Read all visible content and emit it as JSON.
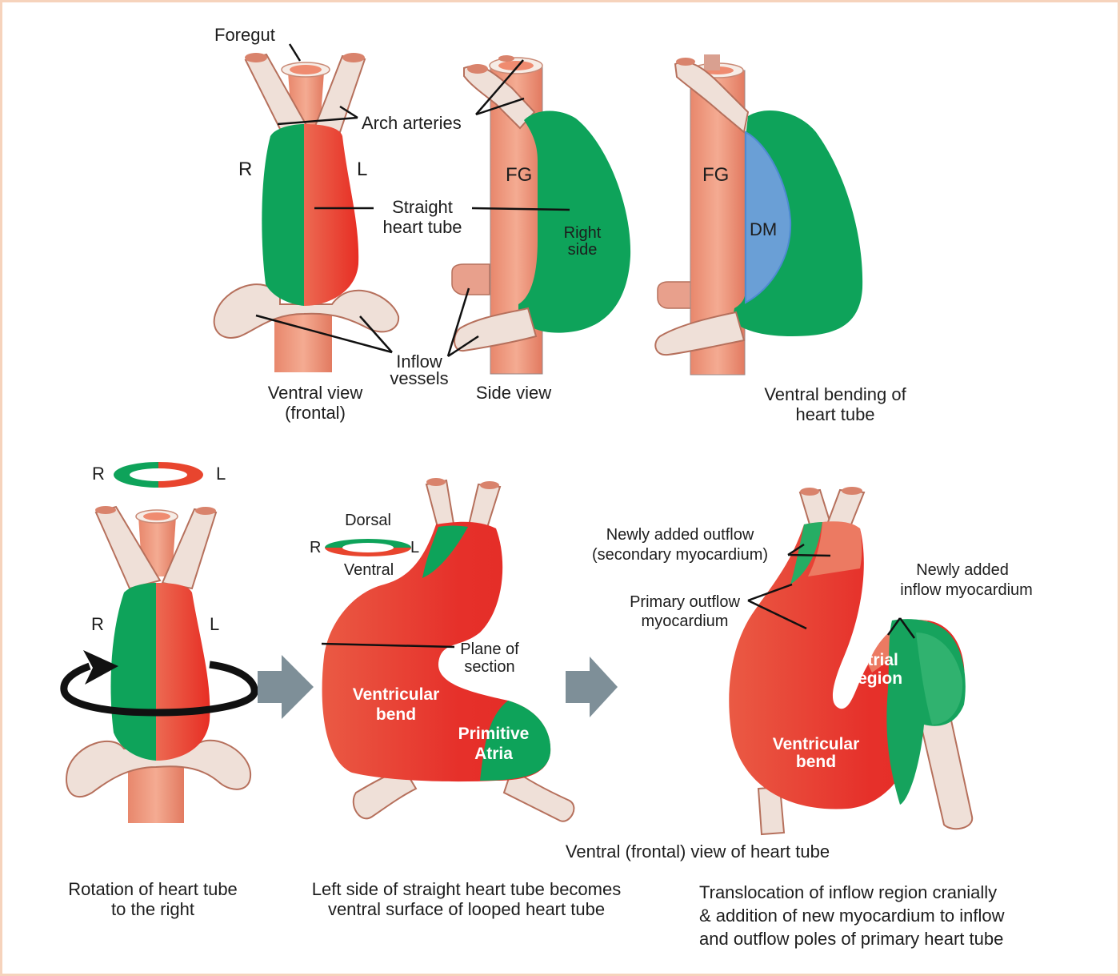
{
  "figure": {
    "colors": {
      "right_side_green": "#0ea35a",
      "left_side_red": "#e8342a",
      "foregut_salmon": "#ee9176",
      "vessel_beige": "#efe0d8",
      "vessel_outline": "#b6705c",
      "dorsal_mesocardium_blue": "#6a9fd6",
      "arrow_gray": "#7e8f98",
      "border_peach": "#f6d3bc"
    },
    "top_row": {
      "ventral_view": {
        "labels": {
          "foregut": "Foregut",
          "arch_arteries": "Arch arteries",
          "right": "R",
          "left": "L",
          "straight_heart_tube_1": "Straight",
          "straight_heart_tube_2": "heart tube",
          "inflow_vessels_1": "Inflow",
          "inflow_vessels_2": "vessels"
        },
        "caption_1": "Ventral view",
        "caption_2": "(frontal)"
      },
      "side_view": {
        "labels": {
          "fg": "FG",
          "right_side_1": "Right",
          "right_side_2": "side"
        },
        "caption": "Side view"
      },
      "ventral_bending": {
        "labels": {
          "fg": "FG",
          "dm": "DM"
        },
        "caption_1": "Ventral bending of",
        "caption_2": "heart tube"
      }
    },
    "bottom_row": {
      "rotation": {
        "ring_right": "R",
        "ring_left": "L",
        "right": "R",
        "left": "L",
        "caption_1": "Rotation of heart tube",
        "caption_2": "to the right"
      },
      "looped": {
        "ring_dorsal": "Dorsal",
        "ring_ventral": "Ventral",
        "ring_right": "R",
        "ring_left": "L",
        "plane_1": "Plane of",
        "plane_2": "section",
        "ventricular_1": "Ventricular",
        "ventricular_2": "bend",
        "atria_1": "Primitive",
        "atria_2": "Atria",
        "caption_1": "Left side of straight heart tube becomes",
        "caption_2": "ventral surface of looped heart tube"
      },
      "translocation": {
        "newly_outflow_1": "Newly added outflow",
        "newly_outflow_2": "(secondary myocardium)",
        "primary_outflow_1": "Primary outflow",
        "primary_outflow_2": "myocardium",
        "newly_inflow_1": "Newly added",
        "newly_inflow_2": "inflow myocardium",
        "atrial_1": "Atrial",
        "atrial_2": "region",
        "ventricular_1": "Ventricular",
        "ventricular_2": "bend",
        "view_label": "Ventral (frontal) view of heart tube",
        "caption_1": "Translocation of inflow region cranially",
        "caption_2": "& addition of new myocardium to inflow",
        "caption_3": "and outflow poles of primary heart tube"
      }
    }
  }
}
